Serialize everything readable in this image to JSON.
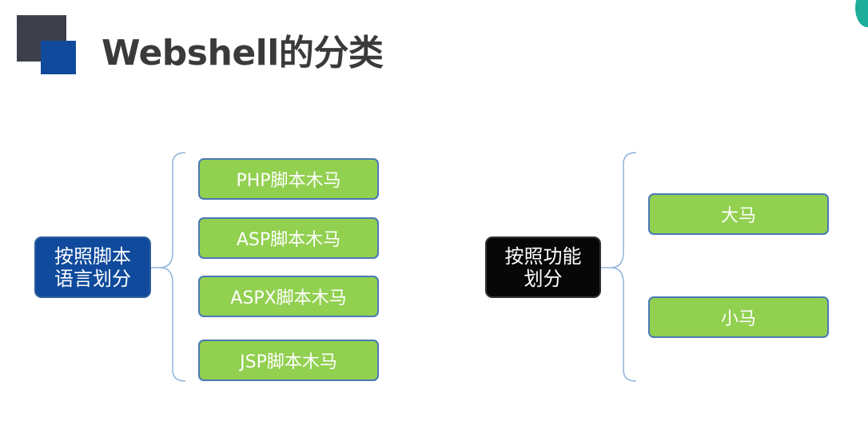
{
  "header": {
    "title": "Webshell的分类"
  },
  "diagram": {
    "groups": [
      {
        "root": "按照脚本\n语言划分",
        "children": [
          "PHP脚本木马",
          "ASP脚本木马",
          "ASPX脚本木马",
          "JSP脚本木马"
        ]
      },
      {
        "root": "按照功能\n划分",
        "children": [
          "大马",
          "小马"
        ]
      }
    ]
  },
  "colors": {
    "leaf_fill": "#92d050",
    "leaf_border": "#4a78b5",
    "root1_fill": "#0f4a9c",
    "root2_fill": "#070707",
    "bracket": "#8fb3d9",
    "title": "#3a3a3a"
  }
}
